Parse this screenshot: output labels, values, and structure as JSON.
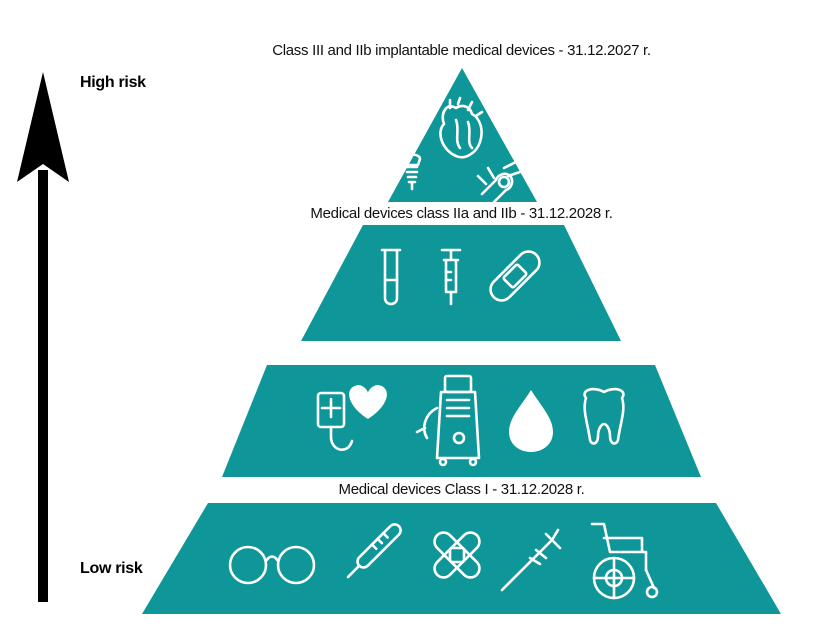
{
  "risk_axis": {
    "high_label": "High risk",
    "low_label": "Low risk"
  },
  "tiers": [
    {
      "label": "Class III and IIb implantable medical devices - 31.12.2027 r.",
      "icons": [
        "heart-organ-icon",
        "dental-implant-icon",
        "joint-implant-icon"
      ]
    },
    {
      "label": "Medical devices class IIa and IIb  - 31.12.2028 r.",
      "icons": [
        "test-tube-icon",
        "syringe-icon",
        "bandage-icon"
      ]
    },
    {
      "label": "",
      "icons": [
        "blood-bag-heart-icon",
        "dialysis-machine-icon",
        "drop-icon",
        "tooth-icon"
      ]
    },
    {
      "label": "Medical devices Class I - 31.12.2028 r.",
      "icons": [
        "glasses-icon",
        "thermometer-icon",
        "crossed-plasters-icon",
        "crutch-icon",
        "wheelchair-icon"
      ]
    }
  ],
  "colors": {
    "tier_fill": "#0E9698",
    "arrow": "#000000",
    "icon": "#ffffff"
  }
}
